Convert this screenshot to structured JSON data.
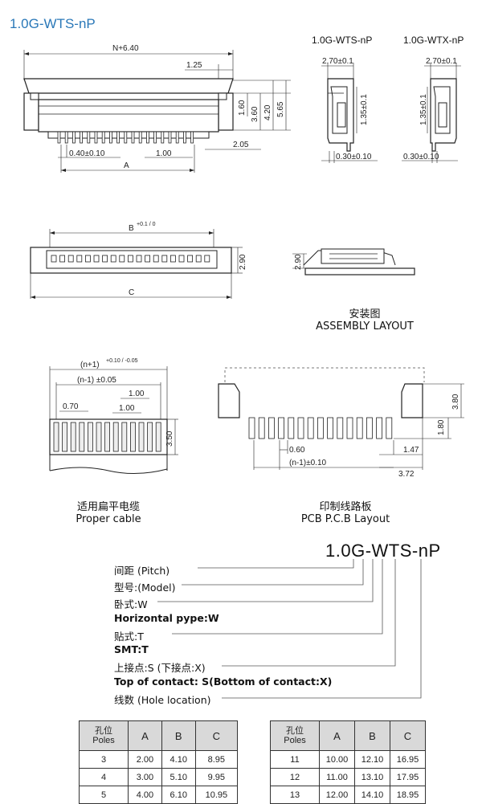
{
  "title": "1.0G-WTS-nP",
  "side_views": {
    "wts_label": "1.0G-WTS-nP",
    "wtx_label": "1.0G-WTX-nP",
    "dim_width": "2.70±0.1",
    "dim_height": "1.35±0.1",
    "dim_pin": "0.30±0.10"
  },
  "front_view": {
    "n_plus": "N+6.40",
    "d125": "1.25",
    "d160": "1.60",
    "d360": "3.60",
    "d420": "4.20",
    "d565": "5.65",
    "d205": "2.05",
    "pitch": "0.40±0.10",
    "d100": "1.00",
    "A": "A"
  },
  "top_view": {
    "B": "B",
    "B_tol": "+0.1 / 0",
    "d290": "2.90",
    "C": "C"
  },
  "assembly": {
    "d290": "2.90",
    "caption_cn": "安装图",
    "caption_en": "ASSEMBLY LAYOUT"
  },
  "cable": {
    "d_np1": "(n+1)",
    "d_np1_tol": "+0.10 / -0.05",
    "d_nm1": "(n-1) ±0.05",
    "d100a": "1.00",
    "d070": "0.70",
    "d100b": "1.00",
    "d350": "3.50",
    "caption_cn": "适用扁平电缆",
    "caption_en": "Proper cable"
  },
  "pcb": {
    "d380": "3.80",
    "d180": "1.80",
    "d060": "0.60",
    "d147": "1.47",
    "d_nm1": "(n-1)±0.10",
    "d372": "3.72",
    "caption_cn": "印制线路板",
    "caption_en": "PCB P.C.B Layout"
  },
  "code": {
    "text": "1.0G-WTS-nP",
    "rows": [
      {
        "text": "间距 (Pitch)",
        "bold": false
      },
      {
        "text": "型号:(Model)",
        "bold": false
      },
      {
        "text": "卧式:W",
        "bold": false
      },
      {
        "text": "Horizontal pype:W",
        "bold": true
      },
      {
        "text": "贴式:T",
        "bold": false
      },
      {
        "text": "SMT:T",
        "bold": true
      },
      {
        "text": "上接点:S (下接点:X)",
        "bold": false
      },
      {
        "text": "Top of contact: S(Bottom of contact:X)",
        "bold": true
      },
      {
        "text": "线数 (Hole location)",
        "bold": false
      }
    ]
  },
  "tables": {
    "header_cn": "孔位",
    "header_en": "Poles",
    "cols": [
      "A",
      "B",
      "C"
    ],
    "left": [
      [
        "3",
        "2.00",
        "4.10",
        "8.95"
      ],
      [
        "4",
        "3.00",
        "5.10",
        "9.95"
      ],
      [
        "5",
        "4.00",
        "6.10",
        "10.95"
      ]
    ],
    "right": [
      [
        "11",
        "10.00",
        "12.10",
        "16.95"
      ],
      [
        "12",
        "11.00",
        "13.10",
        "17.95"
      ],
      [
        "13",
        "12.00",
        "14.10",
        "18.95"
      ]
    ]
  }
}
